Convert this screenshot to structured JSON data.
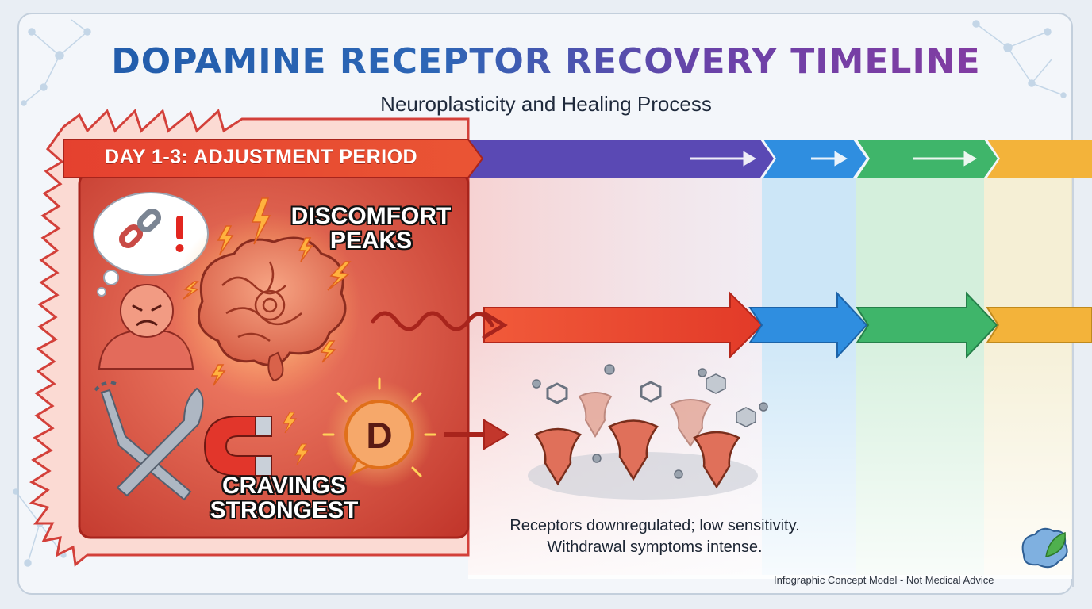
{
  "title": "DOPAMINE RECEPTOR RECOVERY TIMELINE",
  "subtitle": "Neuroplasticity and Healing Process",
  "phase": {
    "header": "DAY 1-3: ADJUSTMENT PERIOD",
    "callout_top": "DISCOMFORT PEAKS",
    "callout_bottom": "CRAVINGS STRONGEST",
    "description_line1": "Receptors downregulated; low sensitivity.",
    "description_line2": "Withdrawal symptoms intense.",
    "badge_letter": "D"
  },
  "footer": {
    "note": "Infographic Concept Model - Not Medical Advice"
  },
  "colors": {
    "red": "#e5412f",
    "purple": "#5a49b4",
    "blue": "#2f8ee0",
    "green": "#3fb56a",
    "yellow": "#f3b33a"
  },
  "icons": [
    "broken-chain-icon",
    "alert-icon",
    "distressed-person-icon",
    "brain-icon",
    "lightning-icon",
    "fork-knife-icon",
    "magnet-icon",
    "dopamine-badge-icon",
    "receptor-icon",
    "molecule-icon",
    "brain-leaf-logo-icon"
  ]
}
